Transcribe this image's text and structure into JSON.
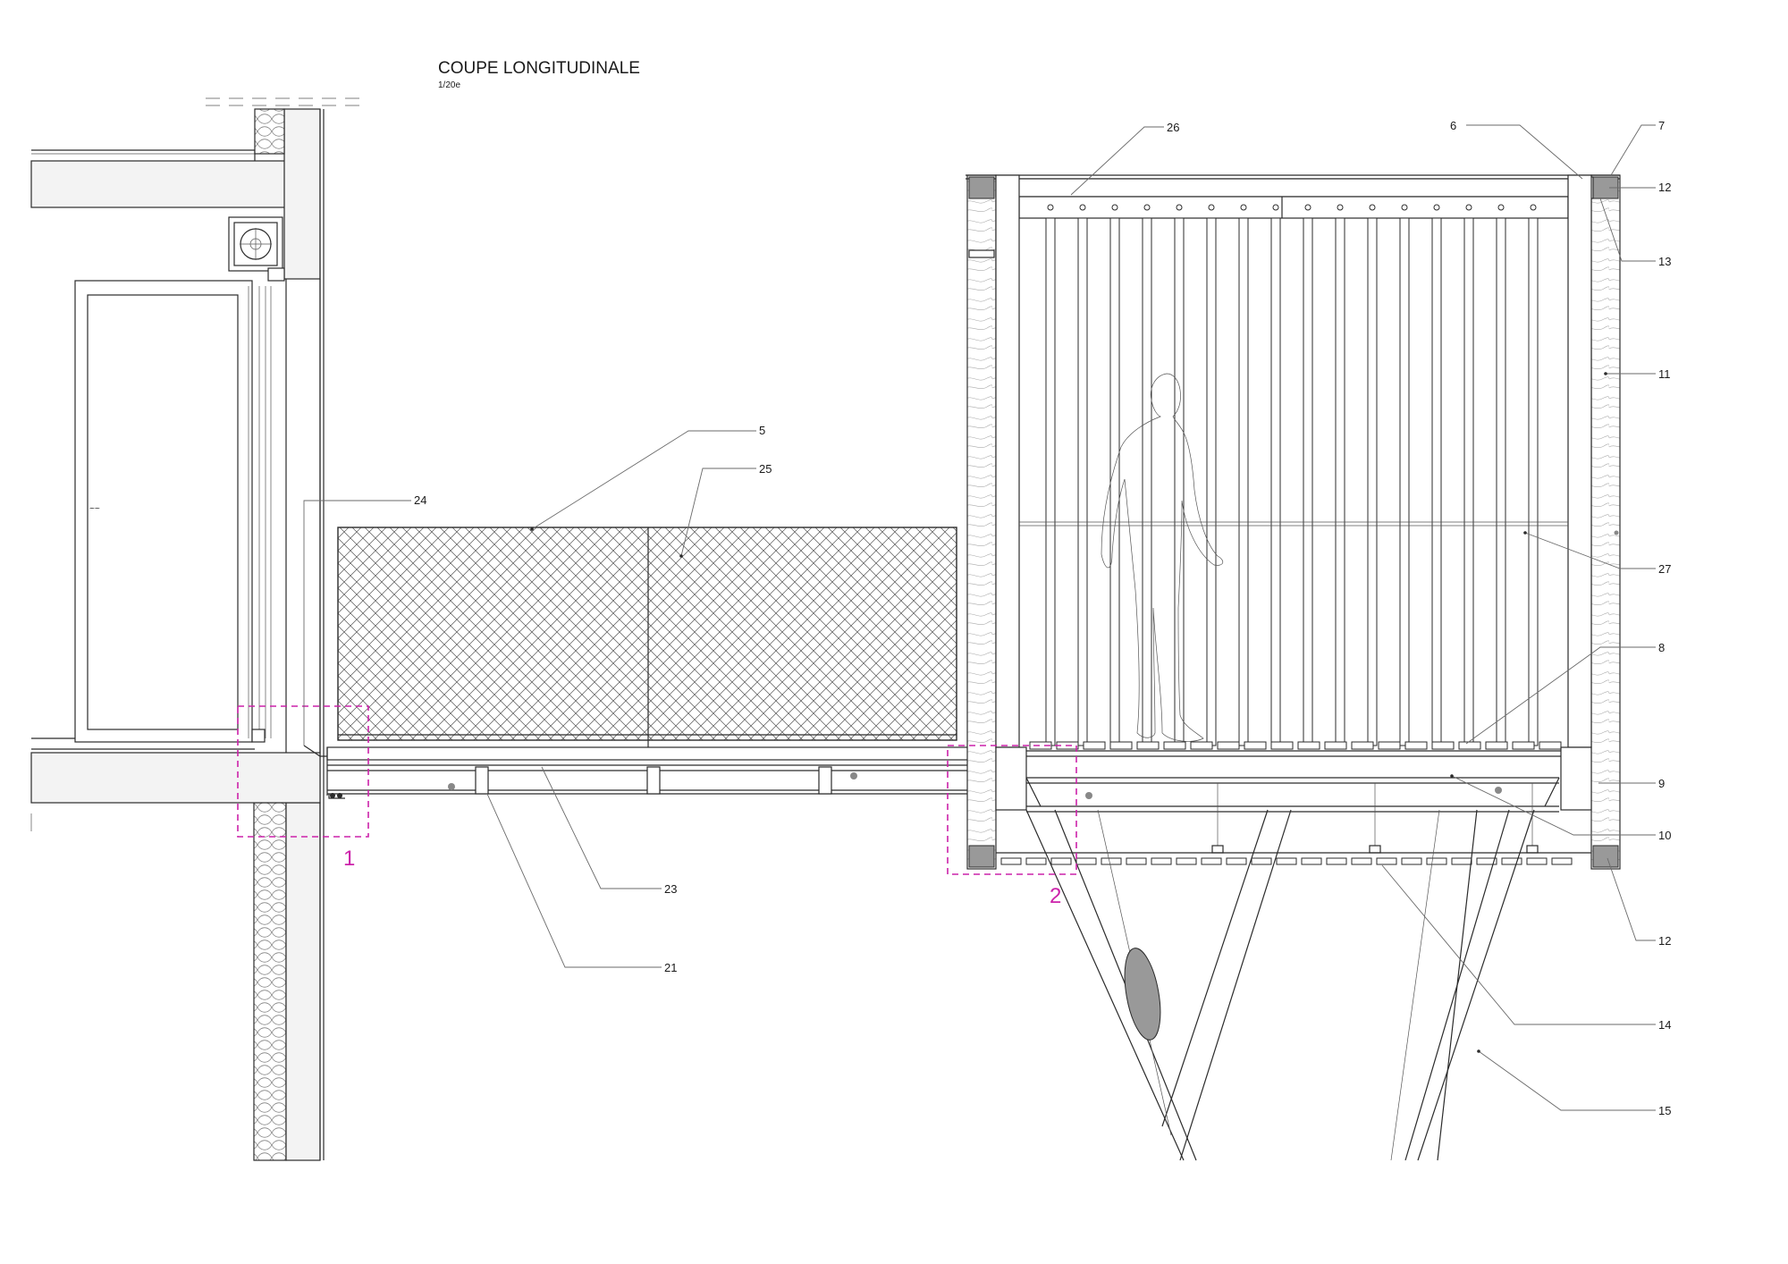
{
  "title": "COUPE LONGITUDINALE",
  "scale": "1/20e",
  "colors": {
    "line": "#2b2b2b",
    "detail_marker": "#cc22aa",
    "fill_concrete": "#f3f3f3",
    "fill_ellipse": "#999999"
  },
  "detail_markers": [
    {
      "label": "1"
    },
    {
      "label": "2"
    }
  ],
  "callouts": {
    "c5": "5",
    "c25": "25",
    "c24": "24",
    "c23": "23",
    "c21": "21",
    "c26": "26",
    "c6": "6",
    "c7": "7",
    "c12a": "12",
    "c13": "13",
    "c11": "11",
    "c27": "27",
    "c8": "8",
    "c9": "9",
    "c10": "10",
    "c12b": "12",
    "c14": "14",
    "c15": "15"
  },
  "annotation_small": "~~"
}
